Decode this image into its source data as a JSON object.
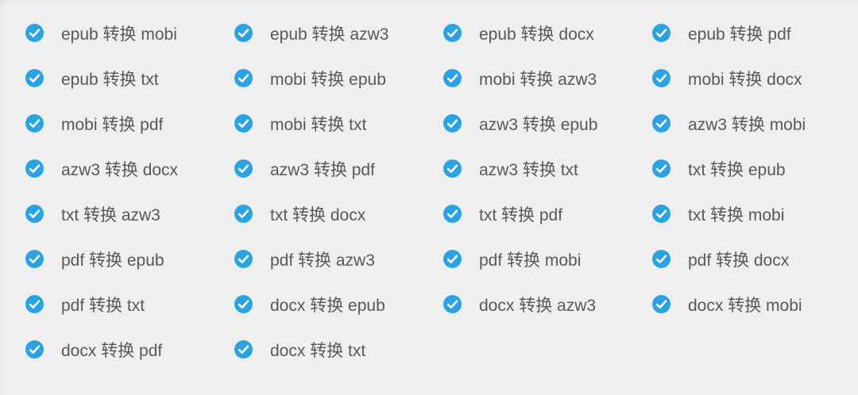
{
  "page": {
    "background_color": "#efefef"
  },
  "colors": {
    "icon_blue": "#29a3e4",
    "check_white": "#ffffff",
    "text_gray": "#585858"
  },
  "grid": {
    "columns": 4,
    "icon": "check-circle-icon",
    "items": [
      {
        "label": "epub 转换 mobi",
        "source": "epub",
        "target": "mobi"
      },
      {
        "label": "epub 转换 azw3",
        "source": "epub",
        "target": "azw3"
      },
      {
        "label": "epub 转换 docx",
        "source": "epub",
        "target": "docx"
      },
      {
        "label": "epub 转换 pdf",
        "source": "epub",
        "target": "pdf"
      },
      {
        "label": "epub 转换 txt",
        "source": "epub",
        "target": "txt"
      },
      {
        "label": "mobi 转换 epub",
        "source": "mobi",
        "target": "epub"
      },
      {
        "label": "mobi 转换 azw3",
        "source": "mobi",
        "target": "azw3"
      },
      {
        "label": "mobi 转换 docx",
        "source": "mobi",
        "target": "docx"
      },
      {
        "label": "mobi 转换 pdf",
        "source": "mobi",
        "target": "pdf"
      },
      {
        "label": "mobi 转换 txt",
        "source": "mobi",
        "target": "txt"
      },
      {
        "label": "azw3 转换 epub",
        "source": "azw3",
        "target": "epub"
      },
      {
        "label": "azw3 转换 mobi",
        "source": "azw3",
        "target": "mobi"
      },
      {
        "label": "azw3 转换 docx",
        "source": "azw3",
        "target": "docx"
      },
      {
        "label": "azw3 转换 pdf",
        "source": "azw3",
        "target": "pdf"
      },
      {
        "label": "azw3 转换 txt",
        "source": "azw3",
        "target": "txt"
      },
      {
        "label": "txt 转换 epub",
        "source": "txt",
        "target": "epub"
      },
      {
        "label": "txt 转换 azw3",
        "source": "txt",
        "target": "azw3"
      },
      {
        "label": "txt 转换 docx",
        "source": "txt",
        "target": "docx"
      },
      {
        "label": "txt 转换 pdf",
        "source": "txt",
        "target": "pdf"
      },
      {
        "label": "txt 转换 mobi",
        "source": "txt",
        "target": "mobi"
      },
      {
        "label": "pdf 转换 epub",
        "source": "pdf",
        "target": "epub"
      },
      {
        "label": "pdf 转换 azw3",
        "source": "pdf",
        "target": "azw3"
      },
      {
        "label": "pdf 转换 mobi",
        "source": "pdf",
        "target": "mobi"
      },
      {
        "label": "pdf 转换 docx",
        "source": "pdf",
        "target": "docx"
      },
      {
        "label": "pdf 转换 txt",
        "source": "pdf",
        "target": "txt"
      },
      {
        "label": "docx 转换 epub",
        "source": "docx",
        "target": "epub"
      },
      {
        "label": "docx 转换 azw3",
        "source": "docx",
        "target": "azw3"
      },
      {
        "label": "docx 转换 mobi",
        "source": "docx",
        "target": "mobi"
      },
      {
        "label": "docx 转换 pdf",
        "source": "docx",
        "target": "pdf"
      },
      {
        "label": "docx 转换 txt",
        "source": "docx",
        "target": "txt"
      }
    ]
  }
}
